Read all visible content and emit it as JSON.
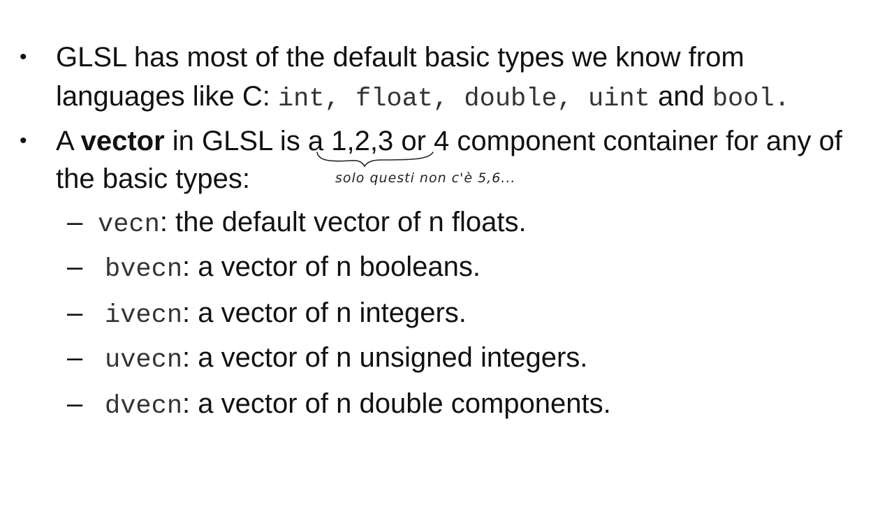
{
  "bullets": {
    "b1_line1": "GLSL has most of the default basic types we know from",
    "b1_line2_a": "languages like C: ",
    "b1_types": "int, float, double, uint",
    "b1_and": " and ",
    "b1_bool": "bool",
    "b1_end": ".",
    "b2_a": "A ",
    "b2_vector": "vector",
    "b2_b": " in GLSL is a 1,2,3 or 4 component container for any of",
    "b2_line2": "the basic types:"
  },
  "handwritten_note": "solo questi non c'è 5,6...",
  "subitems": [
    {
      "code": "vecn",
      "text": ": the default vector of n floats."
    },
    {
      "code": "bvecn",
      "text": ": a vector of n booleans."
    },
    {
      "code": "ivecn",
      "text": ": a vector of n integers."
    },
    {
      "code": "uvecn",
      "text": ": a vector of n unsigned integers."
    },
    {
      "code": "dvecn",
      "text": ": a vector of n double components."
    }
  ],
  "symbols": {
    "bullet": "•",
    "dash": "–"
  }
}
